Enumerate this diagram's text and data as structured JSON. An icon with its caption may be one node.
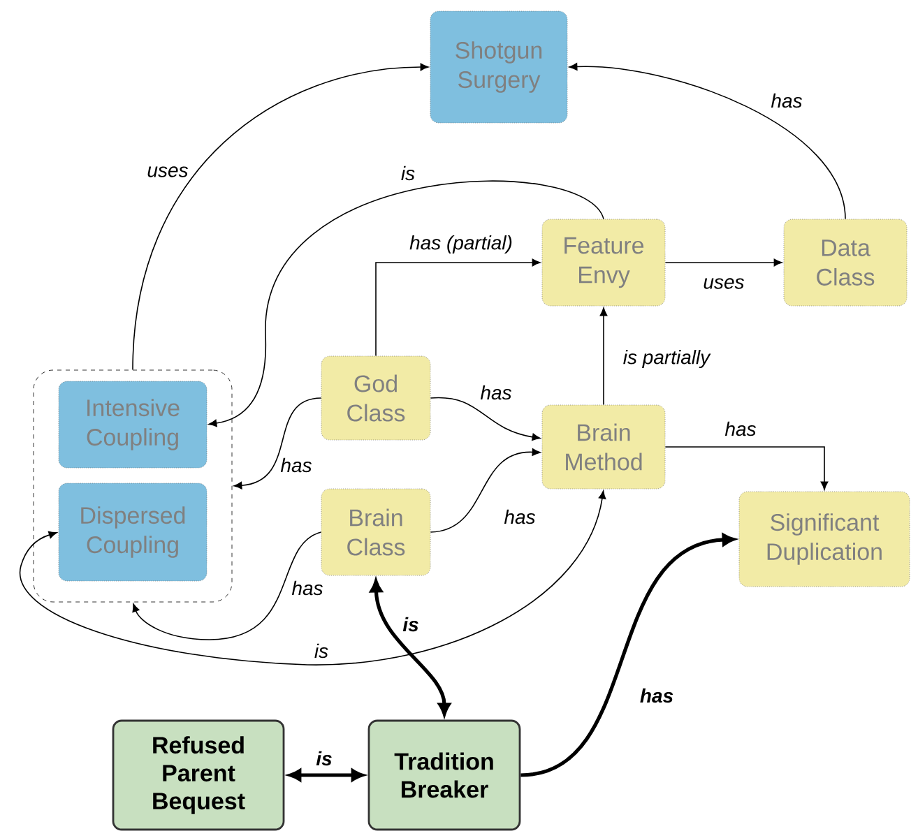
{
  "diagram": {
    "nodes": [
      {
        "text": [
          "Shotgun Surgery"
        ]
      },
      {
        "text": [
          "Feature Envy"
        ]
      },
      {
        "text": [
          "Data Class"
        ]
      },
      {
        "text": [],
        "shape": "box"
      },
      {
        "text": [
          "Intensive Coupling"
        ],
        "in": 3
      },
      {
        "text": [
          "Dispersed Coupling"
        ],
        "in": 3
      },
      {
        "text": [
          "God Class"
        ]
      },
      {
        "text": [
          "Brain Method"
        ]
      },
      {
        "text": [
          "Brain Class"
        ]
      },
      {
        "text": [
          "Significant Duplication"
        ]
      },
      {
        "text": [
          "Refused Parent Bequest"
        ]
      },
      {
        "text": [
          "Tradition Breaker"
        ]
      }
    ],
    "edges": [
      {
        "from": 3,
        "to": 0,
        "arrow": "to",
        "label": "uses"
      },
      {
        "from": 2,
        "to": 0,
        "arrow": "to",
        "label": "has"
      },
      {
        "from": 1,
        "to": 4,
        "arrow": "to",
        "label": "is"
      },
      {
        "from": 6,
        "to": 1,
        "arrow": "to",
        "label": "has (partial)"
      },
      {
        "from": 1,
        "to": 2,
        "arrow": "to",
        "label": "uses"
      },
      {
        "from": 7,
        "to": 1,
        "arrow": "to",
        "label": "is partially"
      },
      {
        "from": 6,
        "to": 7,
        "arrow": "to",
        "label": "has"
      },
      {
        "from": 6,
        "to": 3,
        "arrow": "to",
        "label": "has"
      },
      {
        "from": 8,
        "to": 7,
        "arrow": "to",
        "label": "has"
      },
      {
        "from": 7,
        "to": 9,
        "arrow": "to",
        "label": "has"
      },
      {
        "from": 8,
        "to": 3,
        "arrow": "to",
        "label": "has"
      },
      {
        "from": 7,
        "to": 5,
        "arrow": "both",
        "label": "is"
      },
      {
        "from": 11,
        "to": 8,
        "arrow": "both",
        "label": "is",
        "style": "thick"
      },
      {
        "from": 11,
        "to": 9,
        "arrow": "to",
        "label": "has",
        "style": "thick"
      },
      {
        "from": 10,
        "to": 11,
        "arrow": "both",
        "label": "is",
        "style": "thick"
      }
    ]
  }
}
